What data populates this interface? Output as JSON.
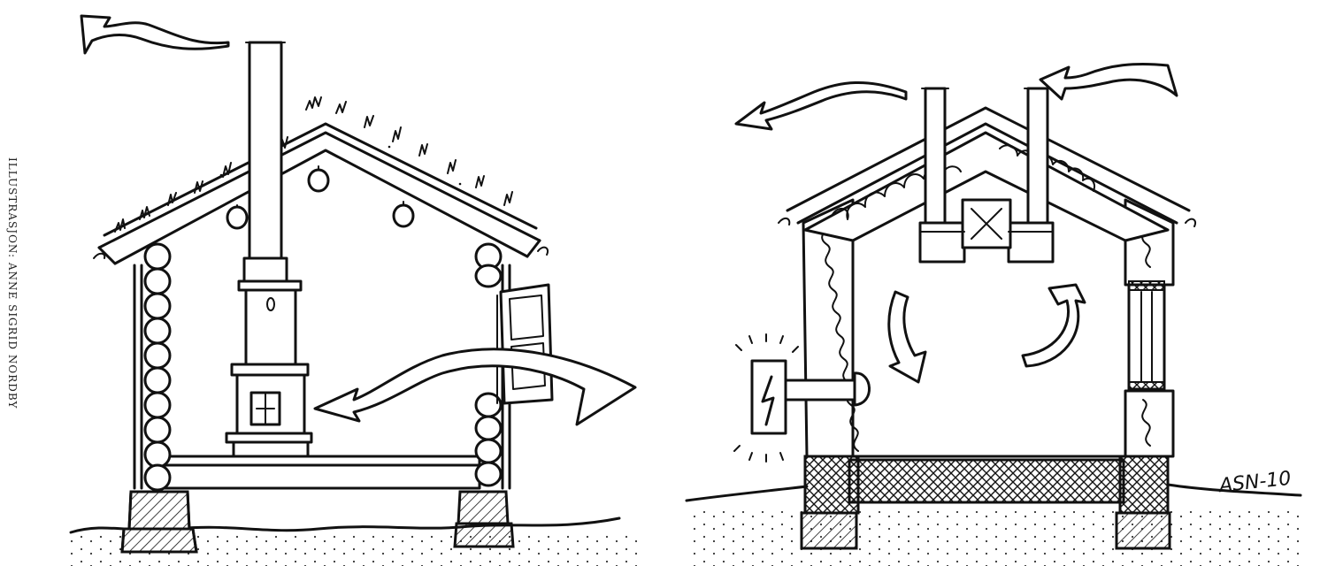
{
  "credit": "ILLUSTRASJON: ANNE SIGRID NORDBY",
  "signature": "ASN-10",
  "left_house": {
    "description_icons": [
      "chimney",
      "stove",
      "log-wall",
      "sod-roof",
      "open-window",
      "stone-foundation",
      "draft-arrow",
      "smoke-arrow"
    ]
  },
  "right_house": {
    "description_icons": [
      "exhaust-duct",
      "intake-duct",
      "ventilation-fan",
      "insulated-wall",
      "electric-panel",
      "wall-vent",
      "airflow-arrows",
      "insulated-foundation"
    ]
  },
  "colors": {
    "ink": "#111111",
    "paper": "#ffffff"
  }
}
